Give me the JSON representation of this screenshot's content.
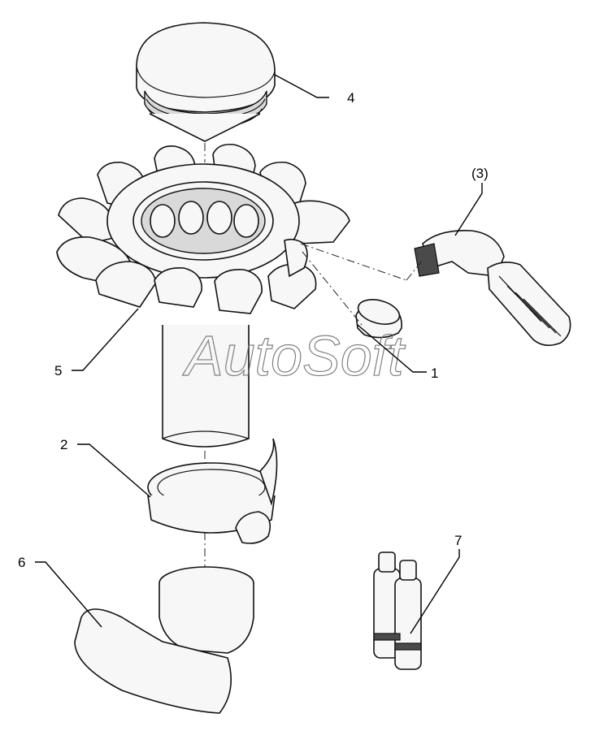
{
  "watermark": "AutoSoft",
  "callouts": {
    "c1": "1",
    "c2": "2",
    "c3": "(3)",
    "c4": "4",
    "c5": "5",
    "c6": "6",
    "c7": "7"
  }
}
